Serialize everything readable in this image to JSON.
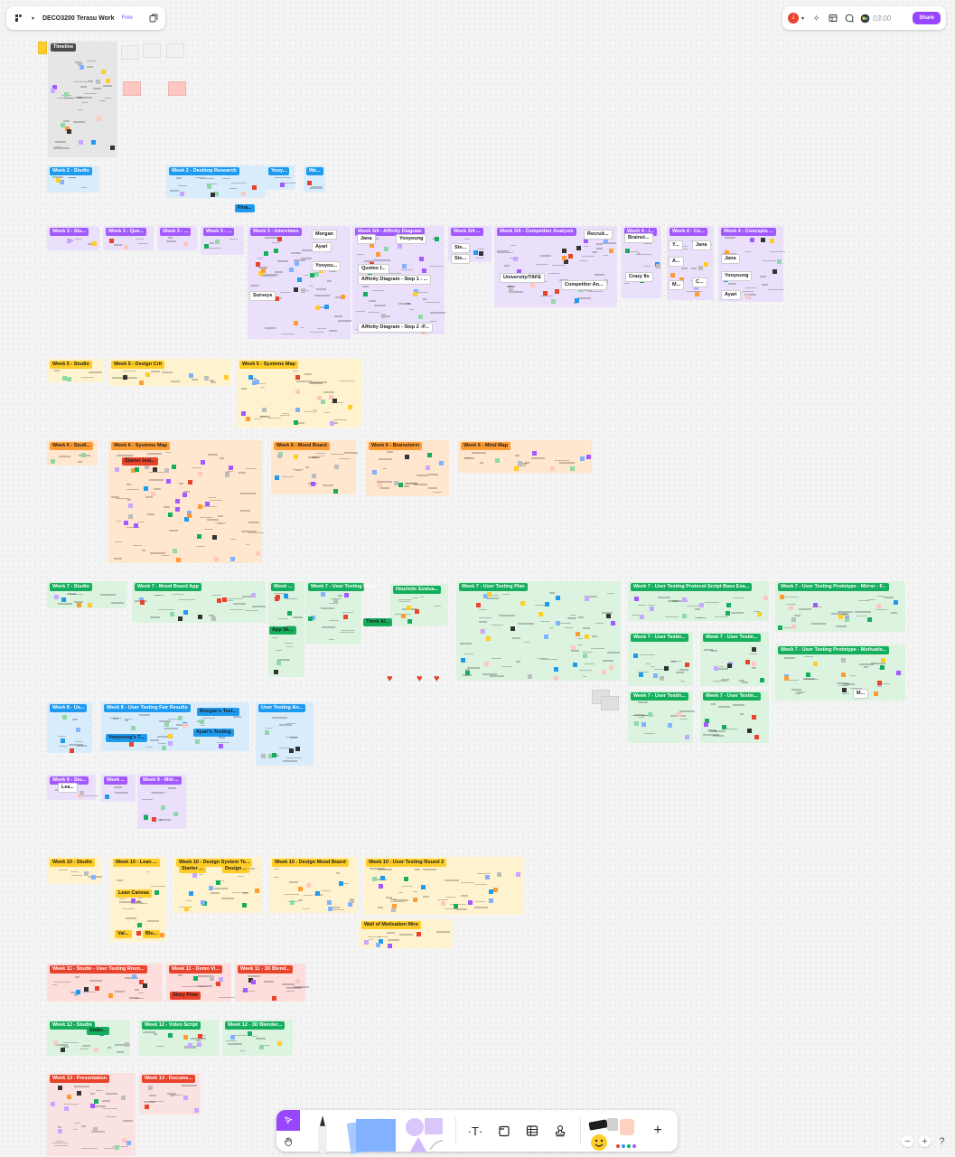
{
  "file": {
    "title": "DECO3200 Terasu Work",
    "plan": "Free"
  },
  "topbar": {
    "user_initial": "J",
    "timer": "03:00",
    "share_label": "Share"
  },
  "sections": [
    {
      "label": "Timeline",
      "theme": "gray"
    },
    {
      "label": "Week 2 - Studio",
      "theme": "blue"
    },
    {
      "label": "Week 2 - Desktop Research",
      "theme": "blue"
    },
    {
      "label": "Yooy...",
      "theme": "blue"
    },
    {
      "label": "We...",
      "theme": "blue"
    },
    {
      "label": "Week 3 - Stu...",
      "theme": "purple"
    },
    {
      "label": "Week 3 - Que...",
      "theme": "purple"
    },
    {
      "label": "Week 3 - ...",
      "theme": "purple"
    },
    {
      "label": "Week 3 - ...",
      "theme": "purple"
    },
    {
      "label": "Week 3 - Interviews",
      "theme": "purple"
    },
    {
      "label": "Week 3/4 - Affinity Diagram",
      "theme": "purple"
    },
    {
      "label": "Week 3/4 ...",
      "theme": "purple"
    },
    {
      "label": "Week 3/4 - Competitor Analysis",
      "theme": "purple"
    },
    {
      "label": "Week 4 - I...",
      "theme": "purple"
    },
    {
      "label": "Week 4 - Co...",
      "theme": "purple"
    },
    {
      "label": "Week 4 - Concepts ...",
      "theme": "purple"
    },
    {
      "label": "Week 5 - Studio",
      "theme": "yellow"
    },
    {
      "label": "Week 5 - Design Crit",
      "theme": "yellow"
    },
    {
      "label": "Week 5 - Systems Map",
      "theme": "yellow"
    },
    {
      "label": "Week 6 - Studi...",
      "theme": "orange"
    },
    {
      "label": "Week 6 - Systems Map",
      "theme": "orange"
    },
    {
      "label": "Week 6 - Mood Board",
      "theme": "orange"
    },
    {
      "label": "Week 6 - Brainstorm",
      "theme": "orange"
    },
    {
      "label": "Week 6 - Mind Map",
      "theme": "orange"
    },
    {
      "label": "Week 7 - Studio",
      "theme": "green"
    },
    {
      "label": "Week 7 - Mood Board App",
      "theme": "green"
    },
    {
      "label": "Week ...",
      "theme": "green"
    },
    {
      "label": "Week 7 - User Testing Prep",
      "theme": "green"
    },
    {
      "label": "Heuristic Evalua...",
      "theme": "green"
    },
    {
      "label": "Week 7 - User Testing Plan",
      "theme": "green"
    },
    {
      "label": "Week 7 - User Testing Protocol Script Base Exa...",
      "theme": "green"
    },
    {
      "label": "Week 7 - User Testing Prototype - Mirror - F...",
      "theme": "green"
    },
    {
      "label": "Week 7 - User Testin...",
      "theme": "green"
    },
    {
      "label": "Week 7 - User Testin...",
      "theme": "green"
    },
    {
      "label": "Week 7 - User Testing Prototype - Motivatio...",
      "theme": "green"
    },
    {
      "label": "Week 7 - User Testin...",
      "theme": "green"
    },
    {
      "label": "Week 7 - User Testin...",
      "theme": "green"
    },
    {
      "label": "Week 8 - Us...",
      "theme": "blue"
    },
    {
      "label": "Week 8 - User Testing Fair Results",
      "theme": "blue"
    },
    {
      "label": "User Testing An...",
      "theme": "blue"
    },
    {
      "label": "Week 9 - Stu...",
      "theme": "purple"
    },
    {
      "label": "Week ...",
      "theme": "purple"
    },
    {
      "label": "Week 9 - Mid-...",
      "theme": "purple"
    },
    {
      "label": "Week 10 - Studio",
      "theme": "yellow"
    },
    {
      "label": "Week 10 - Lean ...",
      "theme": "yellow"
    },
    {
      "label": "Week 10 - Design System Te...",
      "theme": "yellow"
    },
    {
      "label": "Week 10 - Design Mood Board",
      "theme": "yellow"
    },
    {
      "label": "Week 10 - User Testing Round 2",
      "theme": "yellow"
    },
    {
      "label": "Wall of Motivation Miro",
      "theme": "yellow"
    },
    {
      "label": "Week 11 - Studio - User Testing Roun...",
      "theme": "red"
    },
    {
      "label": "Week 11 - Demo Vi...",
      "theme": "red"
    },
    {
      "label": "Week 11 - 3D Blend...",
      "theme": "red"
    },
    {
      "label": "Week 12 - Studio",
      "theme": "green"
    },
    {
      "label": "Week 12 - Video Script",
      "theme": "green"
    },
    {
      "label": "Week 12 - 3D Blender...",
      "theme": "green"
    },
    {
      "label": "Week 13 - Presentation",
      "theme": "pink"
    },
    {
      "label": "Week 13 - Docume...",
      "theme": "pink"
    }
  ],
  "tags": [
    "Jana",
    "Yooyoung",
    "Morgan",
    "Ayari",
    "Yooyou...",
    "Surveys",
    "Quotes f...",
    "Affinity Diagram - Step 1 - ...",
    "Affinity Diagram - Step 2 -P...",
    "Ste...",
    "Ste...",
    "Recruit...",
    "University/TAFE",
    "Competitor An...",
    "Brainst...",
    "Crazy 8s",
    "Y...",
    "A...",
    "M...",
    "C...",
    "Jana",
    "Jana",
    "Yooyoung",
    "Ayari",
    "Starter brai...",
    "App Sk...",
    "Think Al...",
    "Morgan's Test...",
    "Ayari's Testing",
    "Yooyoung's T...",
    "Lea...",
    "Lean Canvas",
    "Val...",
    "Blu...",
    "Starter ...",
    "Design ...",
    "Story Flow",
    "Stake...",
    "Fina...",
    "M..."
  ],
  "toolbar": {
    "select": "move-cursor-icon",
    "hand": "hand-icon",
    "text_tool": "text-icon",
    "frame_tool": "frame-icon",
    "table_tool": "table-icon",
    "stamp_tool": "stamp-icon",
    "add": "plus-icon"
  },
  "zoom": {
    "out": "−",
    "in": "+",
    "help": "?"
  },
  "colors": {
    "accent": "#9747ff",
    "blue": "#1e9bf0",
    "purple": "#a259ff",
    "yellow": "#ffcd29",
    "orange": "#ff9b33",
    "green": "#14ae5c",
    "red": "#e8432b"
  }
}
